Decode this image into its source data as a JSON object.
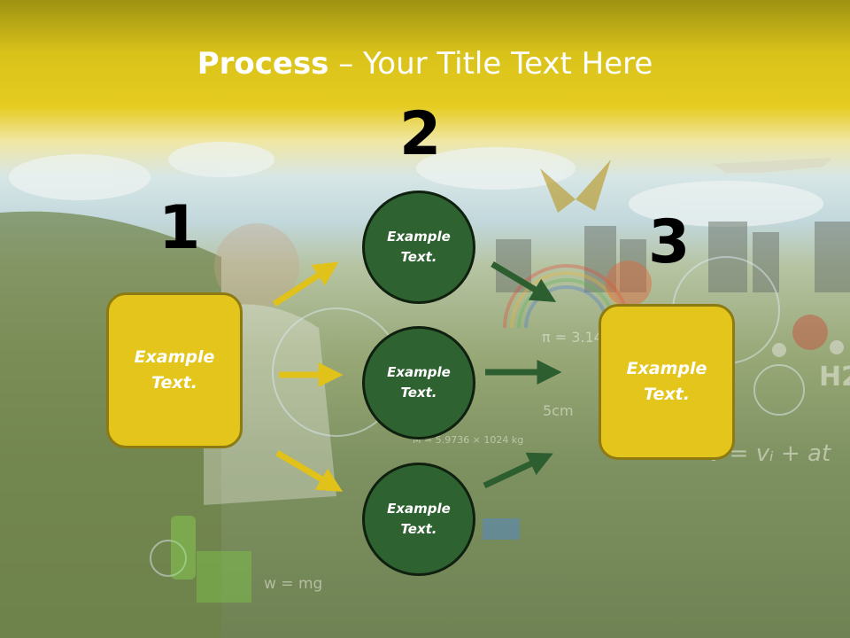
{
  "title": {
    "bold": "Process",
    "rest": " – Your Title Text Here"
  },
  "steps": [
    {
      "number": "1",
      "text": "Example Text."
    },
    {
      "number": "2"
    },
    {
      "number": "3",
      "text": "Example Text."
    }
  ],
  "circles": [
    {
      "text": "Example Text."
    },
    {
      "text": "Example Text."
    },
    {
      "text": "Example Text."
    }
  ],
  "background_formulas": [
    "π = 3.14",
    "5cm",
    "M = 5.9736 × 1024 kg",
    "w = mg",
    "H2",
    "v = vᵢ + at"
  ],
  "colors": {
    "title_band": "#e3c51c",
    "box_fill": "#e3c51c",
    "circle_fill": "#2f6231",
    "arrow_yellow": "#e0c21a",
    "arrow_green": "#2d5e2f"
  }
}
